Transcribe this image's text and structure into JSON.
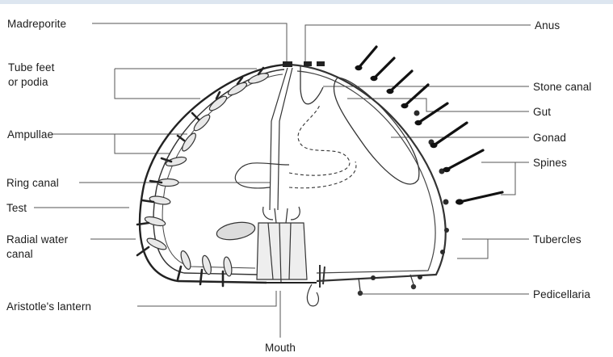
{
  "labels": {
    "madreporite": "Madreporite",
    "tube_feet_1": "Tube feet",
    "tube_feet_2": "or podia",
    "ampullae": "Ampullae",
    "ring_canal": "Ring canal",
    "test": "Test",
    "radial_water_1": "Radial water",
    "radial_water_2": "canal",
    "aristotles_lantern": "Aristotle's lantern",
    "mouth": "Mouth",
    "anus": "Anus",
    "stone_canal": "Stone canal",
    "gut": "Gut",
    "gonad": "Gonad",
    "spines": "Spines",
    "tubercles": "Tubercles",
    "pedicellaria": "Pedicellaria"
  }
}
